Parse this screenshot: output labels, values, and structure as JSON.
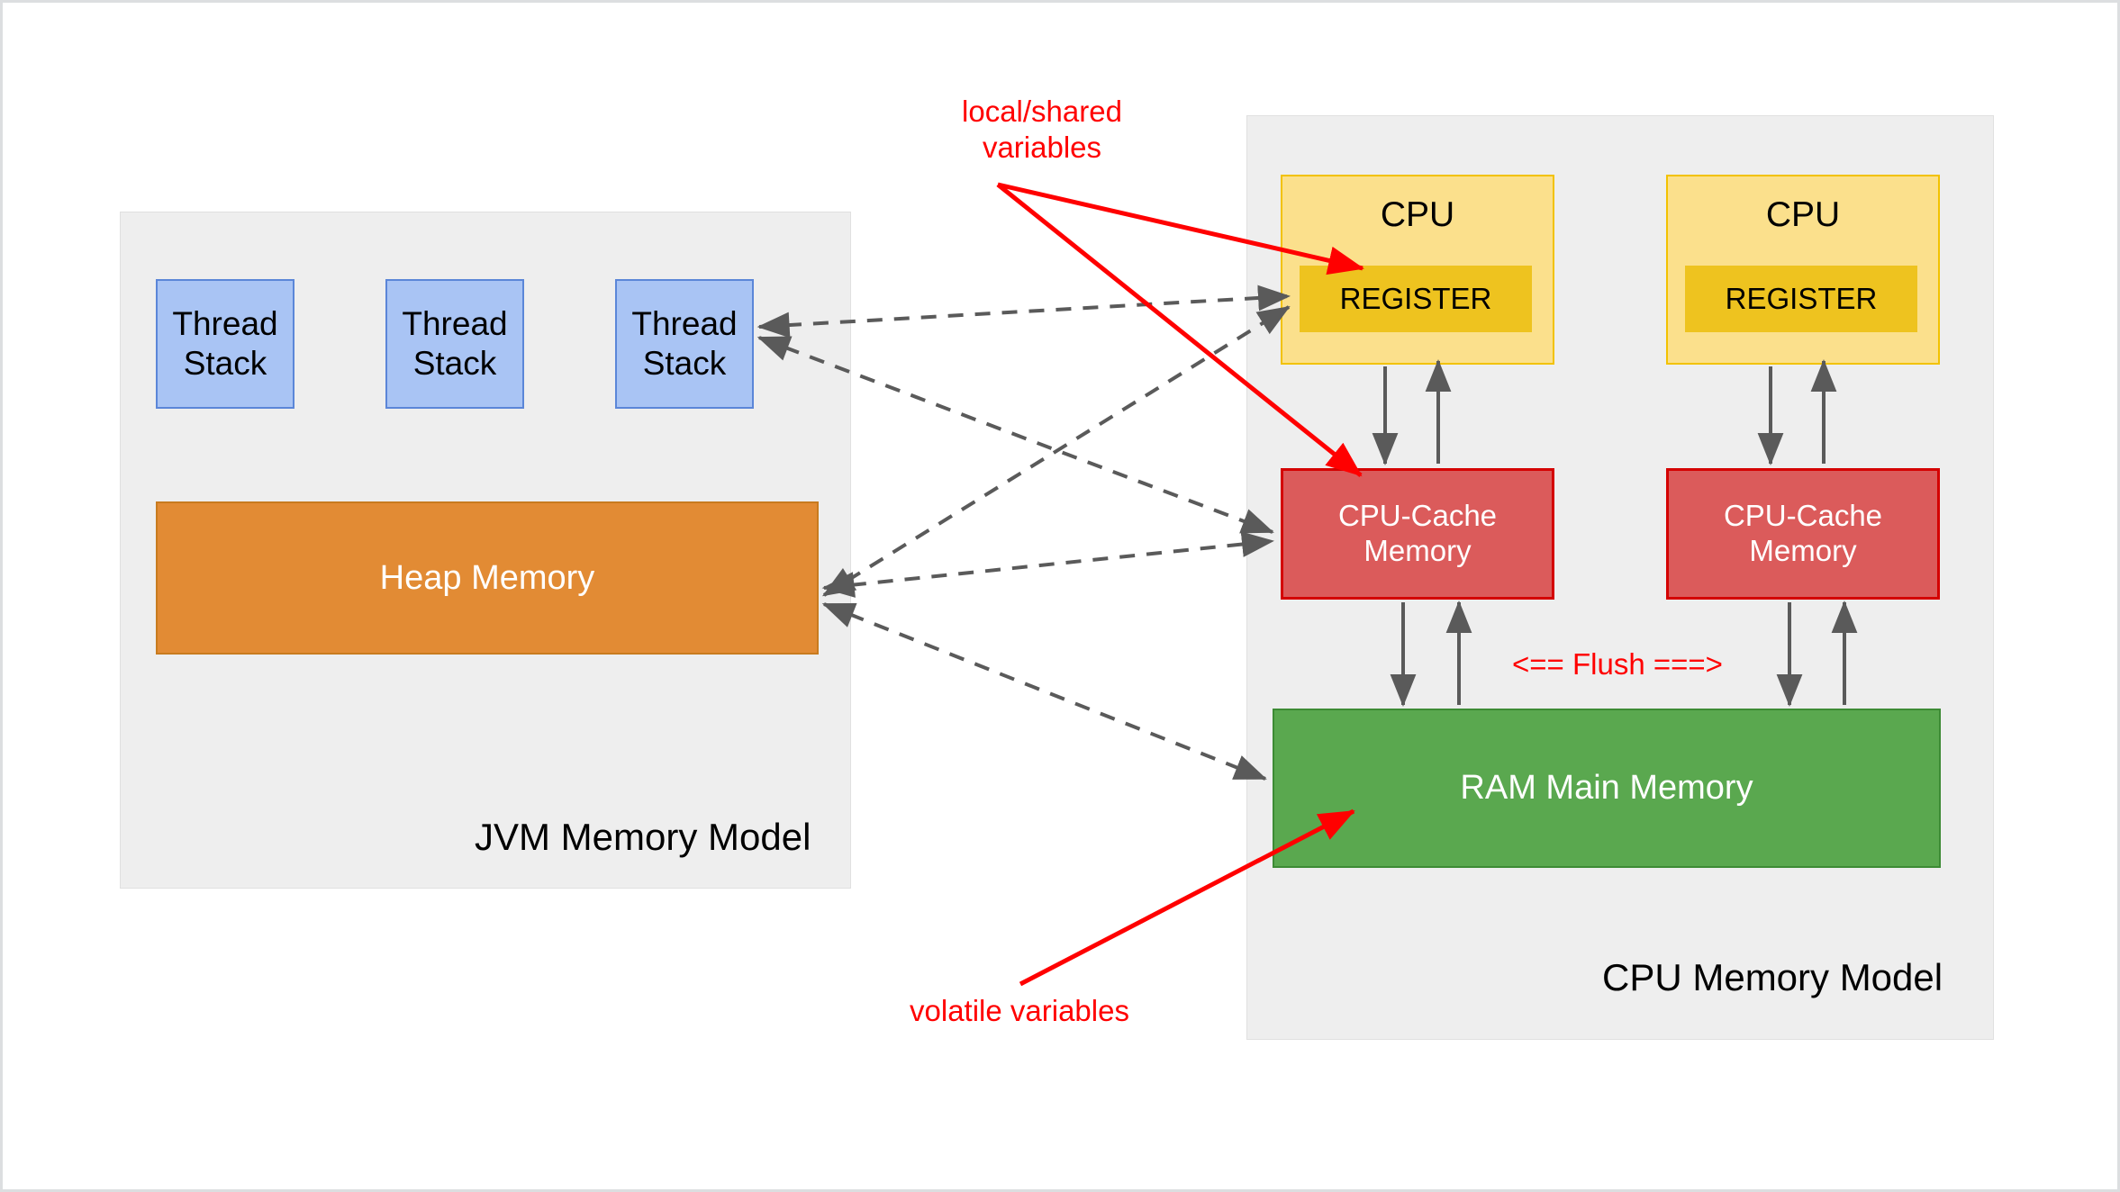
{
  "diagram": {
    "title": "JVM Memory Model and CPU Memory Model",
    "colors": {
      "panel_bg": "#eeeeee",
      "thread_stack_fill": "#a9c4f4",
      "thread_stack_stroke": "#5b86d8",
      "heap_fill": "#e28b34",
      "cpu_fill": "#fbe08c",
      "cpu_stroke": "#f2c200",
      "register_fill": "#eec31f",
      "cache_fill": "#db5b5b",
      "cache_stroke": "#d40000",
      "ram_fill": "#5aa84f",
      "annotation_red": "#ff0000",
      "connector_gray": "#5a5a5a"
    }
  },
  "jvm_panel": {
    "title": "JVM Memory Model",
    "thread_stacks": [
      {
        "label": "Thread\nStack"
      },
      {
        "label": "Thread\nStack"
      },
      {
        "label": "Thread\nStack"
      }
    ],
    "heap": {
      "label": "Heap Memory"
    }
  },
  "cpu_panel": {
    "title": "CPU Memory Model",
    "cores": [
      {
        "cpu_label": "CPU",
        "register_label": "REGISTER",
        "cache_label": "CPU-Cache\nMemory"
      },
      {
        "cpu_label": "CPU",
        "register_label": "REGISTER",
        "cache_label": "CPU-Cache\nMemory"
      }
    ],
    "ram": {
      "label": "RAM Main Memory"
    },
    "flush_label": "<== Flush ===>"
  },
  "annotations": {
    "local_shared": "local/shared\nvariables",
    "volatile": "volatile variables"
  }
}
